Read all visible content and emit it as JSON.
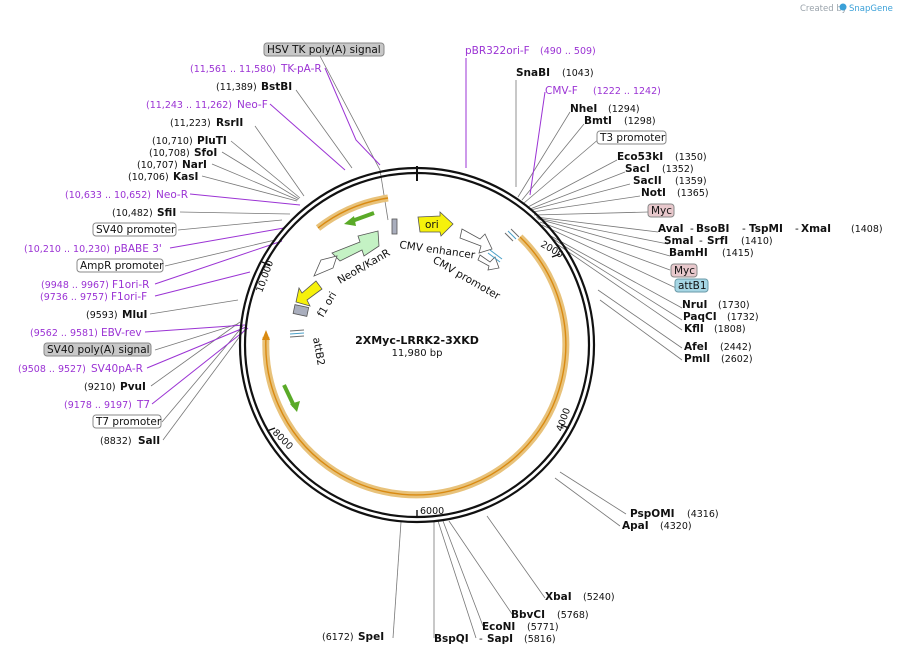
{
  "credit": {
    "prefix": "Created by",
    "brand": "SnapGene"
  },
  "plasmid": {
    "name": "2XMyc-LRRK2-3XKD",
    "size": "11,980 bp"
  },
  "ticks": [
    "2000",
    "4000",
    "6000",
    "8000",
    "10,000"
  ],
  "colors": {
    "primer": "#9b33d4",
    "outline": "#111111",
    "tan": "#e8c27a",
    "orange": "#d98a12",
    "green": "#5aaa28"
  },
  "features_on_map": [
    "ori",
    "CMV enhancer",
    "CMV promoter",
    "NeoR/KanR",
    "f1 ori",
    "attB2"
  ],
  "boxed_features": [
    "HSV TK poly(A) signal",
    "T3 promoter",
    "Myc",
    "Myc",
    "attB1",
    "SV40 promoter",
    "AmpR promoter",
    "SV40 poly(A) signal",
    "T7 promoter"
  ],
  "sites": [
    {
      "name": "BstBI",
      "pos": "(11,389)"
    },
    {
      "name": "RsrII",
      "pos": "(11,223)"
    },
    {
      "name": "PluTI",
      "pos": "(10,710)"
    },
    {
      "name": "SfoI",
      "pos": "(10,708)"
    },
    {
      "name": "NarI",
      "pos": "(10,707)"
    },
    {
      "name": "KasI",
      "pos": "(10,706)"
    },
    {
      "name": "SfiI",
      "pos": "(10,482)"
    },
    {
      "name": "MluI",
      "pos": "(9593)"
    },
    {
      "name": "PvuI",
      "pos": "(9210)"
    },
    {
      "name": "SalI",
      "pos": "(8832)"
    },
    {
      "name": "SnaBI",
      "pos": "(1043)"
    },
    {
      "name": "NheI",
      "pos": "(1294)"
    },
    {
      "name": "BmtI",
      "pos": "(1298)"
    },
    {
      "name": "Eco53kI",
      "pos": "(1350)"
    },
    {
      "name": "SacI",
      "pos": "(1352)"
    },
    {
      "name": "SacII",
      "pos": "(1359)"
    },
    {
      "name": "NotI",
      "pos": "(1365)"
    },
    {
      "name": "AvaI",
      "pos": ""
    },
    {
      "name": "BsoBI",
      "pos": ""
    },
    {
      "name": "TspMI",
      "pos": ""
    },
    {
      "name": "XmaI",
      "pos": "(1408)"
    },
    {
      "name": "SmaI",
      "pos": ""
    },
    {
      "name": "SrfI",
      "pos": "(1410)"
    },
    {
      "name": "BamHI",
      "pos": "(1415)"
    },
    {
      "name": "NruI",
      "pos": "(1730)"
    },
    {
      "name": "PaqCI",
      "pos": "(1732)"
    },
    {
      "name": "KflI",
      "pos": "(1808)"
    },
    {
      "name": "AfeI",
      "pos": "(2442)"
    },
    {
      "name": "PmlI",
      "pos": "(2602)"
    },
    {
      "name": "PspOMI",
      "pos": "(4316)"
    },
    {
      "name": "ApaI",
      "pos": "(4320)"
    },
    {
      "name": "XbaI",
      "pos": "(5240)"
    },
    {
      "name": "BbvCI",
      "pos": "(5768)"
    },
    {
      "name": "EcoNI",
      "pos": "(5771)"
    },
    {
      "name": "BspQI",
      "pos": ""
    },
    {
      "name": "SapI",
      "pos": "(5816)"
    },
    {
      "name": "SpeI",
      "pos": "(6172)"
    }
  ],
  "primers": [
    {
      "name": "TK-pA-R",
      "pos": "(11,561 .. 11,580)"
    },
    {
      "name": "Neo-F",
      "pos": "(11,243 .. 11,262)"
    },
    {
      "name": "Neo-R",
      "pos": "(10,633 .. 10,652)"
    },
    {
      "name": "pBABE 3'",
      "pos": "(10,210 .. 10,230)"
    },
    {
      "name": "F1ori-R",
      "pos": "(9948 .. 9967)"
    },
    {
      "name": "F1ori-F",
      "pos": "(9736 .. 9757)"
    },
    {
      "name": "EBV-rev",
      "pos": "(9562 .. 9581)"
    },
    {
      "name": "SV40pA-R",
      "pos": "(9508 .. 9527)"
    },
    {
      "name": "T7",
      "pos": "(9178 .. 9197)"
    },
    {
      "name": "pBR322ori-F",
      "pos": "(490 .. 509)"
    },
    {
      "name": "CMV-F",
      "pos": "(1222 .. 1242)"
    }
  ]
}
